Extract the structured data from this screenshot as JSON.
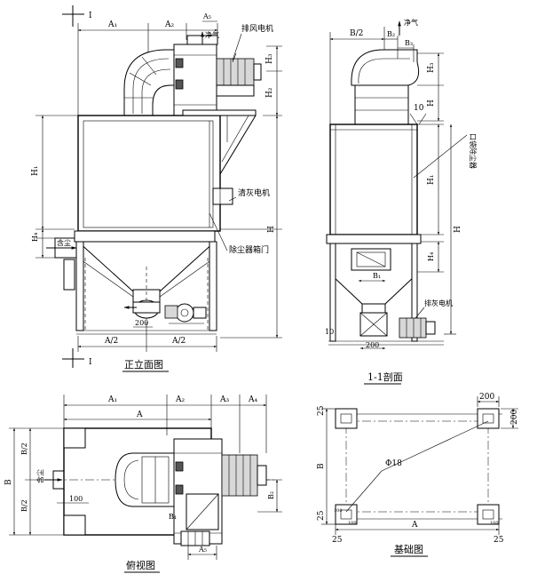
{
  "front_view": {
    "title": "正立面图",
    "section_mark": "I",
    "dims": {
      "a1": "A₁",
      "a2": "A₂",
      "a5": "A₅",
      "h1": "H₁",
      "h2": "H₂",
      "h3": "H₃",
      "h4": "H₄",
      "h": "H",
      "half_a_left": "A/2",
      "half_a_right": "A/2",
      "d200": "200"
    },
    "labels": {
      "clean_air": "净气",
      "dirty_air": "含尘",
      "exhaust_motor": "排风电机",
      "ash_motor": "清灰电机",
      "door": "除尘器箱门"
    }
  },
  "section_view": {
    "title": "1-1剖面",
    "dims": {
      "b_half": "B/2",
      "b2": "B₂",
      "b3": "B₃",
      "h3": "H₃",
      "h": "H",
      "h1": "H₁",
      "h4": "H₄",
      "ten": "10",
      "b1": "B₁",
      "d200": "200",
      "bigh": "H"
    },
    "labels": {
      "clean_air": "净气",
      "bag": "口袋除尘器",
      "ash_motor": "排灰电机"
    }
  },
  "plan_view": {
    "title": "俯视图",
    "dims": {
      "a1": "A₁",
      "a": "A",
      "a2": "A₂",
      "a3": "A₃",
      "a4": "A₄",
      "a5": "A₅",
      "b_half_top": "B/2",
      "b": "B",
      "b_half_bottom": "B/2",
      "b1": "B₁",
      "b2": "B₂",
      "d100": "100"
    },
    "labels": {
      "dirty_air": "含尘"
    }
  },
  "foundation_view": {
    "title": "基础图",
    "dims": {
      "d200_top": "200",
      "d200_right": "200",
      "d25_top": "25",
      "d25_bottom": "25",
      "d25_left": "25",
      "d25_right": "25",
      "b": "B",
      "a": "A",
      "phi18": "Φ18",
      "d100a": "100",
      "d100b": "100",
      "d100c": "100"
    }
  }
}
